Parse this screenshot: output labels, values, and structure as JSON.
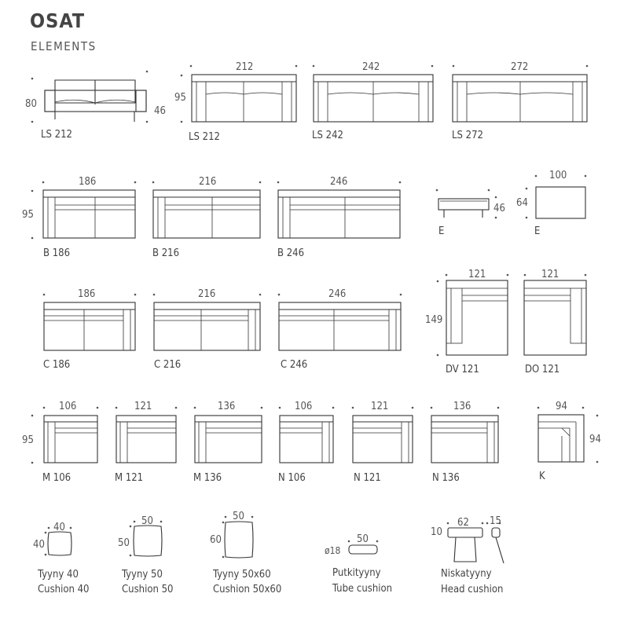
{
  "header": {
    "title": "OSAT",
    "subtitle": "ELEMENTS"
  },
  "elements": {
    "ls212_front": {
      "label": "LS 212",
      "height": "80",
      "seat_height": "46"
    },
    "ls212": {
      "label": "LS 212",
      "width": "212",
      "depth": "95"
    },
    "ls242": {
      "label": "LS 242",
      "width": "242"
    },
    "ls272": {
      "label": "LS 272",
      "width": "272"
    },
    "b186": {
      "label": "B 186",
      "width": "186",
      "depth": "95"
    },
    "b216": {
      "label": "B 216",
      "width": "216"
    },
    "b246": {
      "label": "B 246",
      "width": "246"
    },
    "e_front": {
      "label": "E",
      "seat_height": "46"
    },
    "e_top": {
      "label": "E",
      "width": "100",
      "depth": "64"
    },
    "c186": {
      "label": "C 186",
      "width": "186"
    },
    "c216": {
      "label": "C 216",
      "width": "216"
    },
    "c246": {
      "label": "C 246",
      "width": "246"
    },
    "dv121": {
      "label": "DV 121",
      "width": "121",
      "depth": "149"
    },
    "do121": {
      "label": "DO 121",
      "width": "121"
    },
    "m106": {
      "label": "M 106",
      "width": "106",
      "depth": "95"
    },
    "m121": {
      "label": "M 121",
      "width": "121"
    },
    "m136": {
      "label": "M 136",
      "width": "136"
    },
    "n106": {
      "label": "N 106",
      "width": "106"
    },
    "n121": {
      "label": "N 121",
      "width": "121"
    },
    "n136": {
      "label": "N 136",
      "width": "136"
    },
    "k": {
      "label": "K",
      "width": "94",
      "depth": "94"
    },
    "cushion40": {
      "label_fi": "Tyyny 40",
      "label_en": "Cushion 40",
      "width": "40",
      "height": "40"
    },
    "cushion50": {
      "label_fi": "Tyyny 50",
      "label_en": "Cushion 50",
      "width": "50",
      "height": "50"
    },
    "cushion5060": {
      "label_fi": "Tyyny 50x60",
      "label_en": "Cushion 50x60",
      "width": "50",
      "height": "60"
    },
    "tube": {
      "label_fi": "Putkityyny",
      "label_en": "Tube cushion",
      "width": "50",
      "diameter": "ø18"
    },
    "head": {
      "label_fi": "Niskatyyny",
      "label_en": "Head cushion",
      "width": "62",
      "depth": "15",
      "height": "10"
    }
  },
  "colors": {
    "line": "#333333",
    "text": "#444444",
    "background": "#ffffff"
  }
}
